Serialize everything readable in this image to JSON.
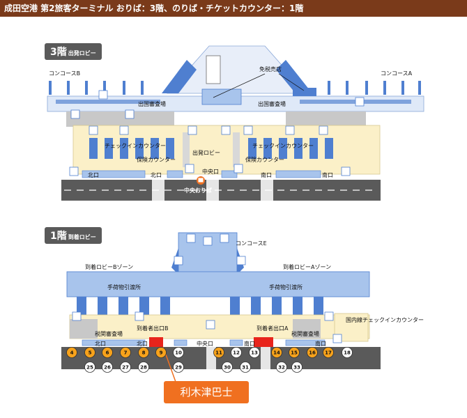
{
  "title": "成田空港 第2旅客ターミナル おりば：3階、のりば・チケットカウンター：1階",
  "floor3": {
    "tab_num": "3階",
    "tab_sub": "出発ロビー",
    "labels": {
      "concourse_b": "コンコースB",
      "concourse_a": "コンコースA",
      "dutyfree": "免税売店",
      "immigration_left": "出国審査場",
      "immigration_right": "出国審査場",
      "checkin_left": "チェックインカウンター",
      "checkin_right": "チェックインカウンター",
      "departure_lobby": "出発ロビー",
      "insurance_left": "保険カウンター",
      "insurance_right": "保険カウンター",
      "central_exit": "中央口",
      "north_exit_1": "北口",
      "north_exit_2": "北口",
      "south_exit_1": "南口",
      "south_exit_2": "南口",
      "dropoff": "中央おりば"
    }
  },
  "floor1": {
    "tab_num": "1階",
    "tab_sub": "到着ロビー",
    "labels": {
      "concourse_e": "コンコースE",
      "arrival_b": "到着ロビーBゾーン",
      "arrival_a": "到着ロビーAゾーン",
      "baggage_left": "手荷物引渡所",
      "baggage_right": "手荷物引渡所",
      "domestic_checkin": "国内線チェックインカウンター",
      "arrival_exit_b": "到着者出口B",
      "arrival_exit_a": "到着者出口A",
      "customs_left": "税関審査場",
      "customs_right": "税関審査場",
      "north_exit_1": "北口",
      "north_exit_2": "北口",
      "central_exit": "中央口",
      "south_exit_1": "南口",
      "south_exit_2": "南口"
    },
    "stops_front": [
      {
        "n": "4",
        "hl": true
      },
      {
        "n": "5",
        "hl": true
      },
      {
        "n": "6",
        "hl": true
      },
      {
        "n": "7",
        "hl": true
      },
      {
        "n": "8",
        "hl": true
      },
      {
        "n": "9",
        "hl": true
      },
      {
        "n": "10",
        "hl": false
      },
      {
        "n": "11",
        "hl": true
      },
      {
        "n": "12",
        "hl": false
      },
      {
        "n": "13",
        "hl": false
      },
      {
        "n": "14",
        "hl": true
      },
      {
        "n": "15",
        "hl": true
      },
      {
        "n": "16",
        "hl": true
      },
      {
        "n": "17",
        "hl": true
      },
      {
        "n": "18",
        "hl": false
      }
    ],
    "stops_back": [
      "25",
      "26",
      "27",
      "28",
      "29",
      "30",
      "31",
      "32",
      "33"
    ],
    "callout": "利木津巴士"
  },
  "colors": {
    "title_bar": "#7a3a1a",
    "building_blue": "#a8c4ec",
    "building_dark": "#4f7fd0",
    "lobby_cream": "#fbf0c8",
    "gray_block": "#c8c8c8",
    "road": "#5a5a5a",
    "stop_orange": "#f7a21b",
    "highlight_red": "#e8241c",
    "callout_orange": "#f07020"
  }
}
